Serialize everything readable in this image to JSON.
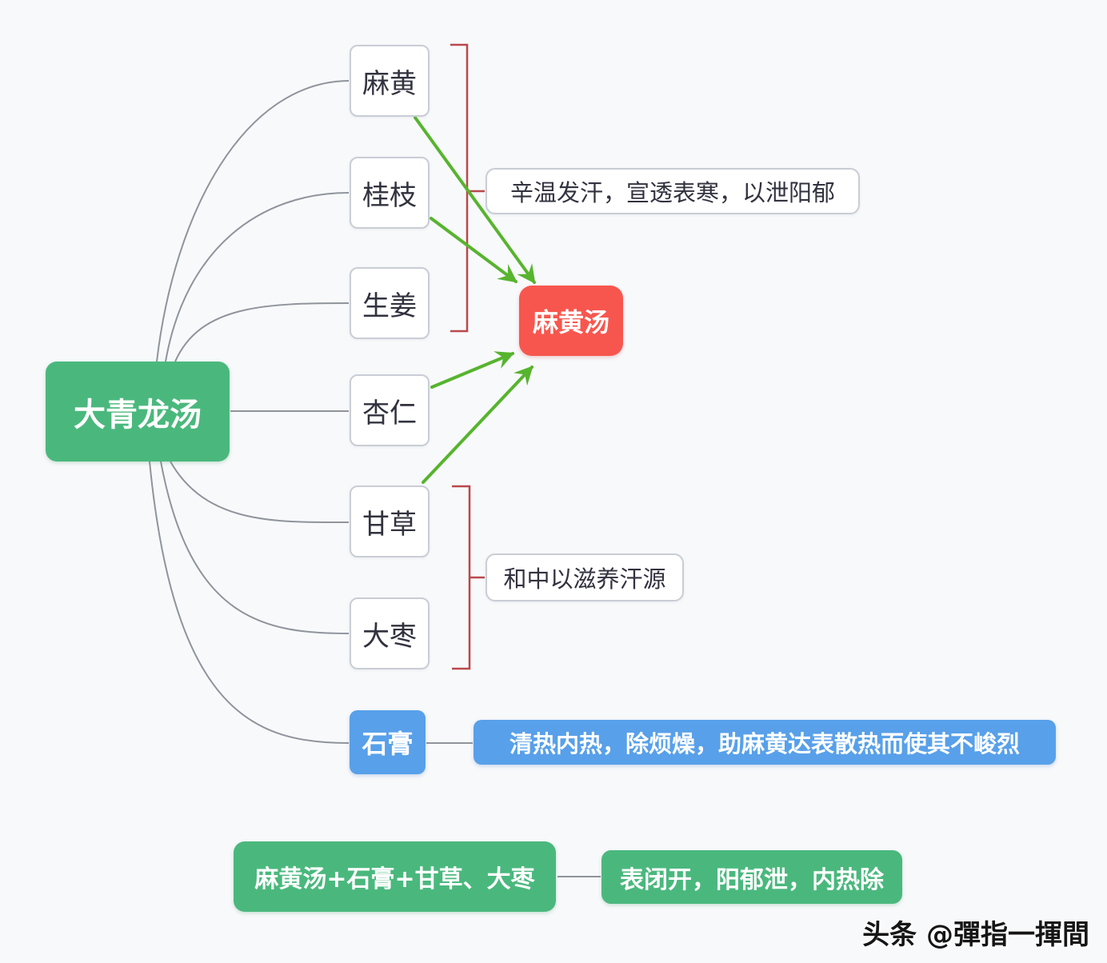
{
  "diagram": {
    "root": {
      "label": "大青龙汤"
    },
    "herbs": [
      {
        "label": "麻黄"
      },
      {
        "label": "桂枝"
      },
      {
        "label": "生姜"
      },
      {
        "label": "杏仁"
      },
      {
        "label": "甘草"
      },
      {
        "label": "大枣"
      },
      {
        "label": "石膏"
      }
    ],
    "result_node": {
      "label": "麻黄汤"
    },
    "annotations": {
      "warm_acrid": "辛温发汗，宣透表寒，以泄阳郁",
      "harmonize": "和中以滋养汗源",
      "gypsum": "清热内热，除烦燥，助麻黄达表散热而使其不峻烈"
    },
    "formula": {
      "composition": "麻黄汤+石膏+甘草、大枣",
      "effect": "表闭开，阳郁泄，内热除"
    }
  },
  "watermark": "头条 @彈指一揮間",
  "colors": {
    "bg": "#f8f9fb",
    "green": "#4ab87d",
    "red": "#f7564e",
    "blue": "#58a0e9",
    "node-border": "#c9cdd5",
    "node-text": "#32323f",
    "line-gray": "#8f949c",
    "bracket-red": "#b9494b",
    "arrow-green": "#57b42e"
  }
}
